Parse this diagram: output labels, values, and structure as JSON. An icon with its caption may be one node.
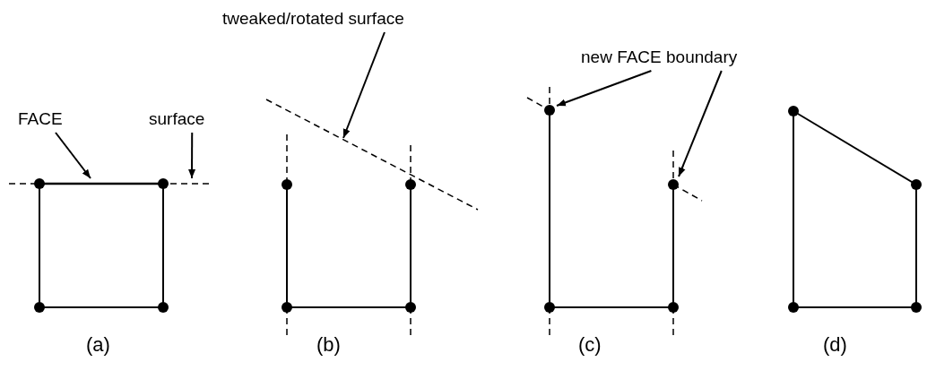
{
  "diagram": {
    "nodes": [
      {
        "text": [
          "FACE"
        ]
      },
      {
        "text": [
          "surface"
        ]
      },
      {
        "text": [
          "tweaked/rotated surface"
        ]
      },
      {
        "text": [
          "new FACE boundary"
        ]
      },
      {
        "text": [],
        "shape": "line"
      },
      {
        "text": [],
        "shape": "line"
      },
      {
        "text": [],
        "shape": "line"
      },
      {
        "text": [],
        "shape": "circle"
      },
      {
        "text": [],
        "shape": "circle"
      }
    ],
    "edges": [
      {
        "from": 0,
        "to": 4,
        "arrow": "to"
      },
      {
        "from": 1,
        "to": 5,
        "arrow": "to"
      },
      {
        "from": 2,
        "to": 6,
        "arrow": "to"
      },
      {
        "from": 3,
        "to": 7,
        "arrow": "to"
      },
      {
        "from": 3,
        "to": 8,
        "arrow": "to"
      }
    ],
    "labels": [
      "(a)",
      "(b)",
      "(c)",
      "(d)"
    ]
  }
}
